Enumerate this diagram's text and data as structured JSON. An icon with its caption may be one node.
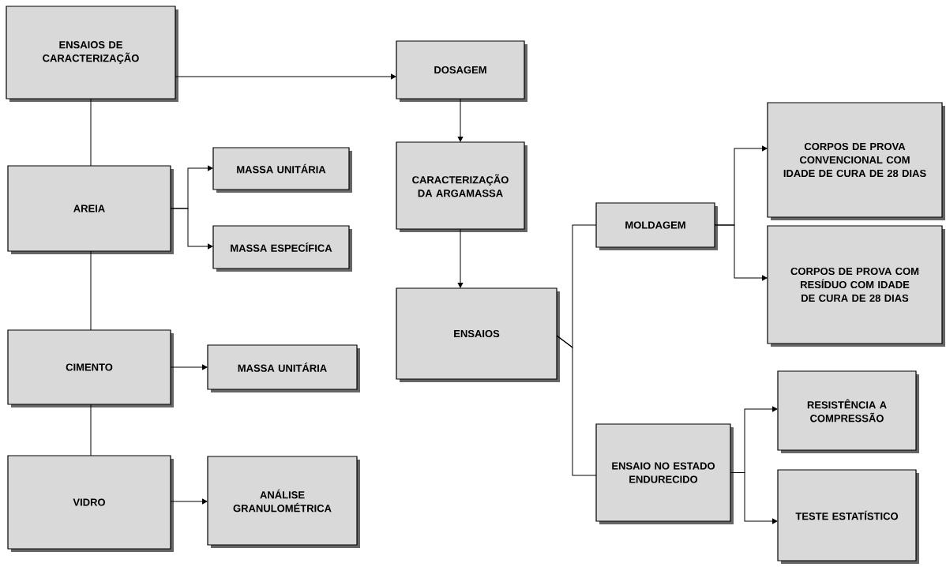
{
  "diagram": {
    "nodes": [
      {
        "text": [
          "ENSAIOS DE CARACTERIZAÇÃO"
        ]
      },
      {
        "text": [
          "DOSAGEM"
        ]
      },
      {
        "text": [
          "AREIA"
        ]
      },
      {
        "text": [
          "MASSA UNITÁRIA"
        ]
      },
      {
        "text": [
          "MASSA ESPECÍFICA"
        ]
      },
      {
        "text": [
          "CARACTERIZAÇÃO DA ARGAMASSA"
        ]
      },
      {
        "text": [
          "MOLDAGEM"
        ]
      },
      {
        "text": [
          "CORPOS DE PROVA CONVENCIONAL COM IDADE DE CURA DE 28 DIAS"
        ]
      },
      {
        "text": [
          "CORPOS DE PROVA COM RESÍDUO COM IDADE DE CURA DE 28 DIAS"
        ]
      },
      {
        "text": [
          "CIMENTO"
        ]
      },
      {
        "text": [
          "MASSA UNITÁRIA"
        ]
      },
      {
        "text": [
          "ENSAIOS"
        ]
      },
      {
        "text": [
          "VIDRO"
        ]
      },
      {
        "text": [
          "ANÁLISE GRANULOMÉTRICA"
        ]
      },
      {
        "text": [
          "ENSAIO NO ESTADO ENDURECIDO"
        ]
      },
      {
        "text": [
          "RESISTÊNCIA A COMPRESSÃO"
        ]
      },
      {
        "text": [
          "TESTE ESTATÍSTICO"
        ]
      }
    ],
    "edges": [
      {
        "from": 0,
        "to": 1,
        "arrow": "to"
      },
      {
        "from": 0,
        "to": 2,
        "arrow": "none"
      },
      {
        "from": 2,
        "to": 3,
        "arrow": "to"
      },
      {
        "from": 2,
        "to": 4,
        "arrow": "to"
      },
      {
        "from": 2,
        "to": 9,
        "arrow": "none"
      },
      {
        "from": 9,
        "to": 10,
        "arrow": "to"
      },
      {
        "from": 9,
        "to": 12,
        "arrow": "none"
      },
      {
        "from": 12,
        "to": 13,
        "arrow": "to"
      },
      {
        "from": 1,
        "to": 5,
        "arrow": "to"
      },
      {
        "from": 5,
        "to": 11,
        "arrow": "to"
      },
      {
        "from": 11,
        "to": 6,
        "arrow": "none"
      },
      {
        "from": 11,
        "to": 14,
        "arrow": "none"
      },
      {
        "from": 6,
        "to": 7,
        "arrow": "to"
      },
      {
        "from": 6,
        "to": 8,
        "arrow": "to"
      },
      {
        "from": 14,
        "to": 15,
        "arrow": "to"
      },
      {
        "from": 14,
        "to": 16,
        "arrow": "to"
      }
    ]
  }
}
